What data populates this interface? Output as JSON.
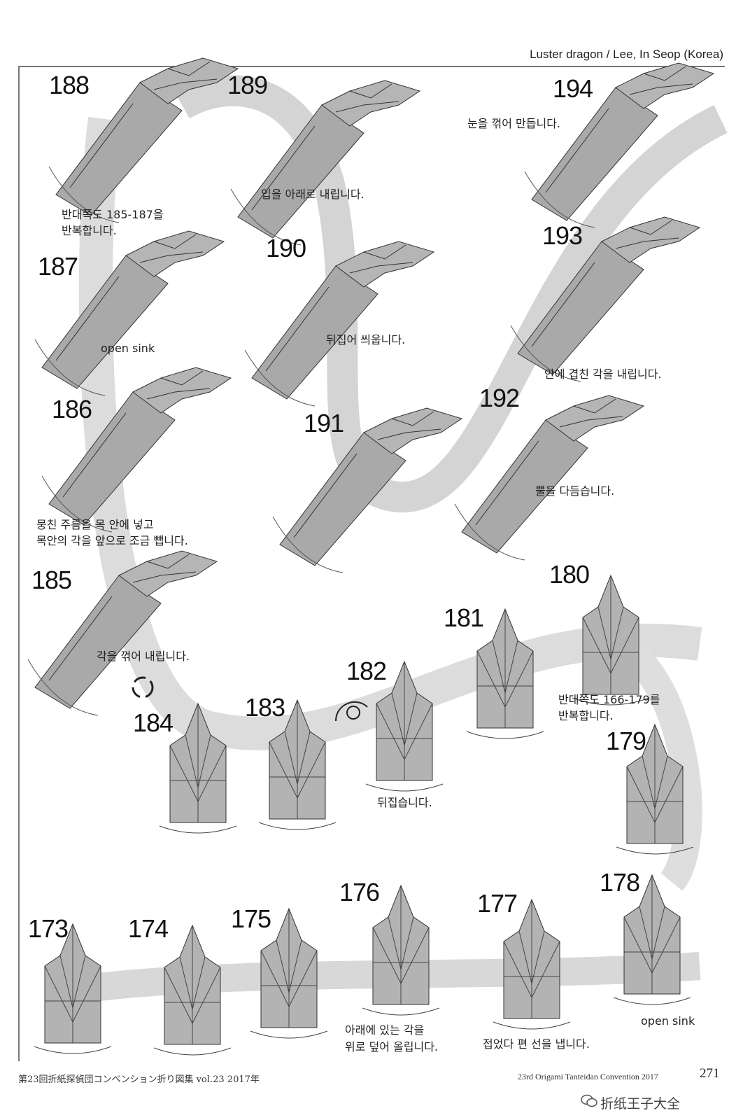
{
  "header": {
    "title": "Luster dragon / Lee, In Seop (Korea)"
  },
  "footer": {
    "left": "第23回折紙探偵団コンベンション折り図集 vol.23 2017年",
    "right": "23rd Origami Tanteidan Convention 2017",
    "page_number": "271",
    "watermark": "折纸王子大全"
  },
  "steps": [
    {
      "number": "188",
      "caption": ""
    },
    {
      "number": "189",
      "caption": "입을 아래로 내립니다."
    },
    {
      "number": "194",
      "caption": "눈을 꺾어 만듭니다."
    },
    {
      "number": "187",
      "caption": "open sink"
    },
    {
      "number": "190",
      "caption": "뒤집어 씌웁니다."
    },
    {
      "number": "193",
      "caption": "안에 겹친 각을 내립니다."
    },
    {
      "number": "186",
      "caption_line1": "뭉친 주름을 목 안에 넣고",
      "caption_line2": "목안의 각을 앞으로 조금 뺍니다."
    },
    {
      "number": "191",
      "caption": ""
    },
    {
      "number": "192",
      "caption": "뿔을 다듬습니다."
    },
    {
      "number": "185",
      "caption": "각을 꺾어 내립니다."
    },
    {
      "number": "180",
      "caption_line1": "반대쪽도 166-179를",
      "caption_line2": "반복합니다."
    },
    {
      "number": "181",
      "caption": ""
    },
    {
      "number": "182",
      "caption": "뒤집습니다."
    },
    {
      "number": "183",
      "caption": ""
    },
    {
      "number": "184",
      "caption": ""
    },
    {
      "number": "179",
      "caption": ""
    },
    {
      "number": "173",
      "caption": ""
    },
    {
      "number": "174",
      "caption": ""
    },
    {
      "number": "175",
      "caption": ""
    },
    {
      "number": "176",
      "caption_line1": "아래에 있는 각을",
      "caption_line2": "위로 덮어 올립니다."
    },
    {
      "number": "177",
      "caption": "접었다 편 선을 냅니다."
    },
    {
      "number": "178",
      "caption": "open sink"
    }
  ],
  "note_188": {
    "line1": "반대쪽도 185-187을",
    "line2": "반복합니다."
  }
}
